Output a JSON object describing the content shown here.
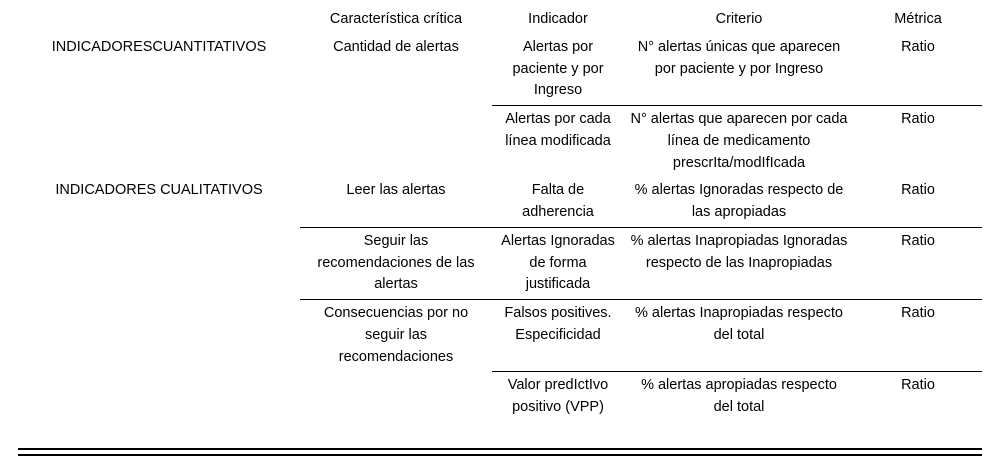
{
  "table": {
    "columns": [
      {
        "key": "group",
        "header": ""
      },
      {
        "key": "character",
        "header": "Característica crítica"
      },
      {
        "key": "indicator",
        "header": "Indicador"
      },
      {
        "key": "criterion",
        "header": "Criterio"
      },
      {
        "key": "metric",
        "header": "Métrica"
      }
    ],
    "sections": [
      {
        "label": "INDICADORESCUANTITATIVOS",
        "rows": [
          {
            "character": "Cantidad de alertas",
            "indicator": "Alertas por paciente y por Ingreso",
            "criterion": "N° alertas únicas que aparecen por paciente y por Ingreso",
            "metric": "Ratio"
          },
          {
            "character": "",
            "indicator": "Alertas por cada línea modificada",
            "criterion": "N° alertas que aparecen por cada línea de medicamento prescrIta/modIfIcada",
            "metric": "Ratio"
          }
        ]
      },
      {
        "label": "INDICADORES CUALITATIVOS",
        "rows": [
          {
            "character": "Leer las alertas",
            "indicator": "Falta de adherencia",
            "criterion": "% alertas Ignoradas respecto de las apropiadas",
            "metric": "Ratio"
          },
          {
            "character": "Seguir las recomendaciones de las alertas",
            "indicator": "Alertas Ignoradas de forma justificada",
            "criterion": "% alertas Inapropiadas Ignoradas respecto de las Inapropiadas",
            "metric": "Ratio"
          },
          {
            "character": "Consecuencias por no seguir las recomendaciones",
            "indicator": "Falsos positives. Especificidad",
            "criterion": "% alertas Inapropiadas respecto del total",
            "metric": "Ratio"
          },
          {
            "character": "",
            "indicator": "Valor predIctIvo positivo (VPP)",
            "criterion": "% alertas apropiadas respecto del total",
            "metric": "Ratio"
          }
        ]
      }
    ]
  },
  "style": {
    "rule_color": "#000000",
    "text_color": "#000000",
    "background": "#ffffff"
  }
}
